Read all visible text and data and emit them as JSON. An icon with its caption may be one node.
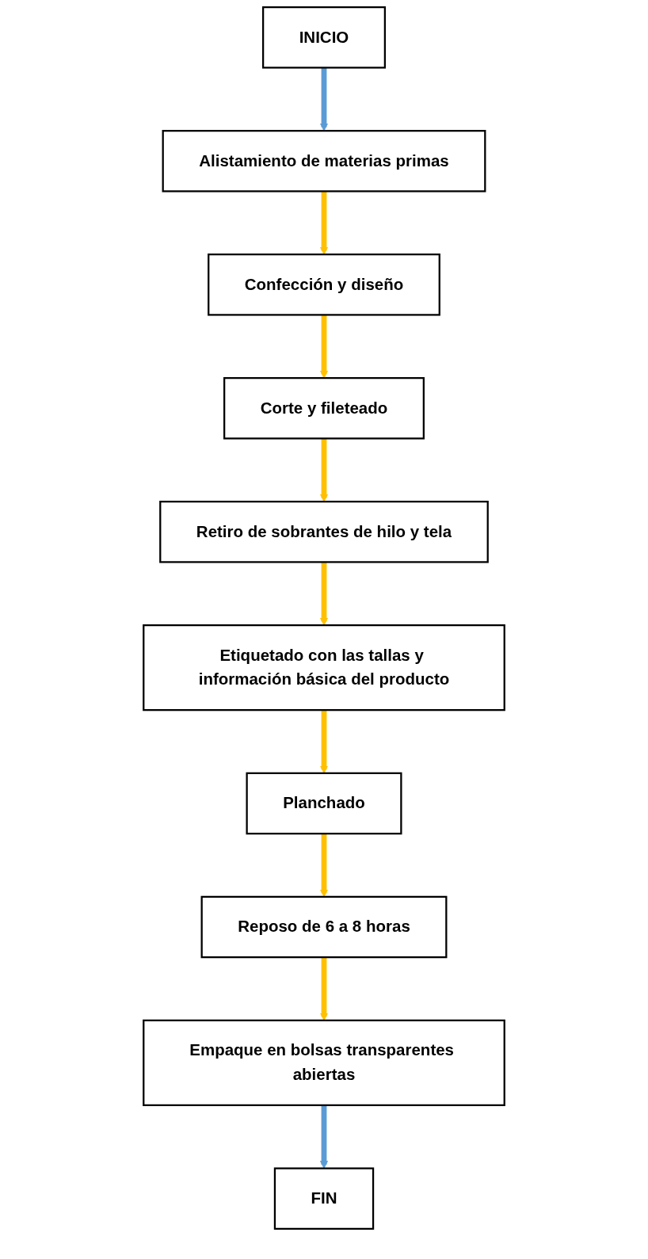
{
  "diagram": {
    "nodes": [
      {
        "text": [
          "INICIO"
        ]
      },
      {
        "text": [
          "Alistamiento de materias primas"
        ]
      },
      {
        "text": [
          "Confección y diseño"
        ]
      },
      {
        "text": [
          "Corte y fileteado"
        ]
      },
      {
        "text": [
          "Retiro de sobrantes de hilo y tela"
        ]
      },
      {
        "text": [
          "Etiquetado con las tallas y información básica del producto"
        ]
      },
      {
        "text": [
          "Planchado"
        ]
      },
      {
        "text": [
          "Reposo de 6 a 8 horas"
        ]
      },
      {
        "text": [
          "Empaque en bolsas transparentes abiertas"
        ]
      },
      {
        "text": [
          "FIN"
        ]
      }
    ],
    "edges": [
      {
        "from": 0,
        "to": 1,
        "arrow": "to",
        "color": "#5b9bd5"
      },
      {
        "from": 1,
        "to": 2,
        "arrow": "to"
      },
      {
        "from": 2,
        "to": 3,
        "arrow": "to"
      },
      {
        "from": 3,
        "to": 4,
        "arrow": "to"
      },
      {
        "from": 4,
        "to": 5,
        "arrow": "to"
      },
      {
        "from": 5,
        "to": 6,
        "arrow": "to"
      },
      {
        "from": 6,
        "to": 7,
        "arrow": "to"
      },
      {
        "from": 7,
        "to": 8,
        "arrow": "to"
      },
      {
        "from": 8,
        "to": 9,
        "arrow": "to",
        "color": "#5b9bd5"
      }
    ]
  }
}
